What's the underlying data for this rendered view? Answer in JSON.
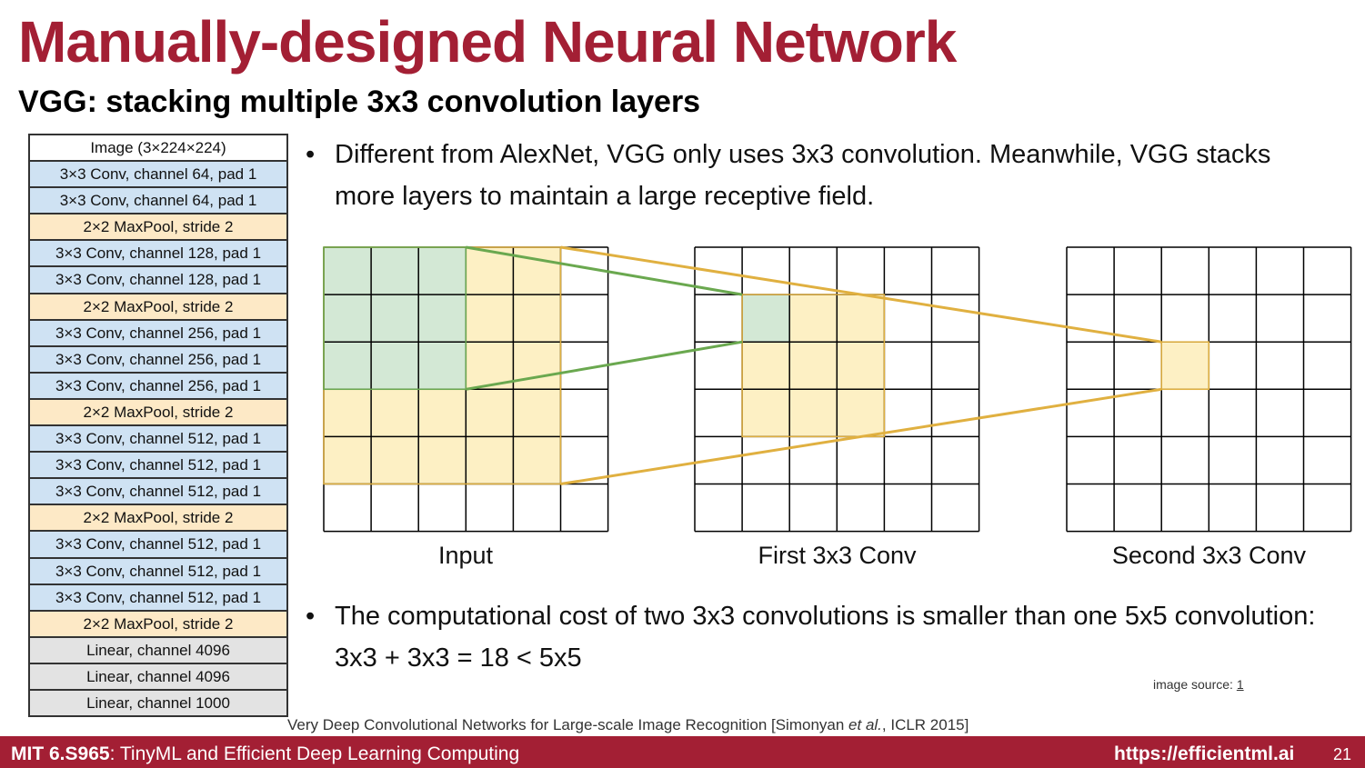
{
  "slide": {
    "title": "Manually-designed Neural Network",
    "subtitle": "VGG: stacking multiple 3x3 convolution layers"
  },
  "layers": [
    {
      "label": "Image (3×224×224)",
      "kind": "image"
    },
    {
      "label": "3×3 Conv, channel 64, pad 1",
      "kind": "conv"
    },
    {
      "label": "3×3 Conv, channel 64, pad 1",
      "kind": "conv"
    },
    {
      "label": "2×2 MaxPool, stride 2",
      "kind": "pool"
    },
    {
      "label": "3×3 Conv, channel 128, pad 1",
      "kind": "conv"
    },
    {
      "label": "3×3 Conv, channel 128, pad 1",
      "kind": "conv"
    },
    {
      "label": "2×2 MaxPool, stride 2",
      "kind": "pool"
    },
    {
      "label": "3×3 Conv, channel 256, pad 1",
      "kind": "conv"
    },
    {
      "label": "3×3 Conv, channel 256, pad 1",
      "kind": "conv"
    },
    {
      "label": "3×3 Conv, channel 256, pad 1",
      "kind": "conv"
    },
    {
      "label": "2×2 MaxPool, stride 2",
      "kind": "pool"
    },
    {
      "label": "3×3 Conv, channel 512, pad 1",
      "kind": "conv"
    },
    {
      "label": "3×3 Conv, channel 512, pad 1",
      "kind": "conv"
    },
    {
      "label": "3×3 Conv, channel 512, pad 1",
      "kind": "conv"
    },
    {
      "label": "2×2 MaxPool, stride 2",
      "kind": "pool"
    },
    {
      "label": "3×3 Conv, channel 512, pad 1",
      "kind": "conv"
    },
    {
      "label": "3×3 Conv, channel 512, pad 1",
      "kind": "conv"
    },
    {
      "label": "3×3 Conv, channel 512, pad 1",
      "kind": "conv"
    },
    {
      "label": "2×2 MaxPool, stride 2",
      "kind": "pool"
    },
    {
      "label": "Linear, channel 4096",
      "kind": "linear"
    },
    {
      "label": "Linear, channel 4096",
      "kind": "linear"
    },
    {
      "label": "Linear, channel 1000",
      "kind": "linear"
    }
  ],
  "bullets": {
    "symbol": "•",
    "first": "Different from AlexNet, VGG only uses 3x3 convolution. Meanwhile, VGG stacks more layers to maintain a large receptive field.",
    "second": "The computational cost of two 3x3 convolutions is smaller than one 5x5 convolution: 3x3 + 3x3 = 18 < 5x5"
  },
  "diagram": {
    "grid_size": 6,
    "colors": {
      "green": "#d3e8d5",
      "yellow": "#fdf0c4",
      "green_line": "#6aa84f",
      "yellow_line": "#e0b040",
      "grid_line": "#000000"
    },
    "labels": {
      "input": "Input",
      "first": "First 3x3 Conv",
      "second": "Second 3x3 Conv"
    }
  },
  "image_source": {
    "prefix": "image source: ",
    "link": "1"
  },
  "citation": {
    "before": "Very Deep Convolutional Networks for Large-scale Image Recognition [Simonyan ",
    "italic": "et al.",
    "after": ", ICLR 2015]"
  },
  "footer": {
    "course_bold": "MIT 6.S965",
    "course_rest": ": TinyML and Efficient Deep Learning Computing",
    "url": "https://efficientml.ai",
    "page": "21"
  }
}
